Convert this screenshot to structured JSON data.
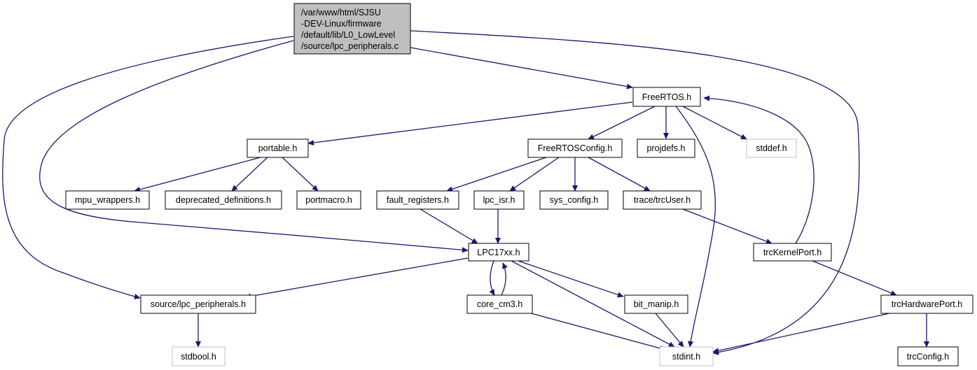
{
  "diagram": {
    "colors": {
      "edge": "#191970",
      "root_fill": "#bfbfbf",
      "node_fill": "#ffffff",
      "node_border": "#000000",
      "missing_border": "#bfbfbf"
    },
    "root": {
      "lines": [
        "/var/www/html/SJSU",
        "-DEV-Linux/firmware",
        "/default/lib/L0_LowLevel",
        "/source/lpc_peripherals.c"
      ]
    },
    "nodes": {
      "freertos": "FreeRTOS.h",
      "portable": "portable.h",
      "freertosconfig": "FreeRTOSConfig.h",
      "projdefs": "projdefs.h",
      "stddef": "stddef.h",
      "mpu_wrappers": "mpu_wrappers.h",
      "deprecated": "deprecated_definitions.h",
      "portmacro": "portmacro.h",
      "fault_registers": "fault_registers.h",
      "lpc_isr": "lpc_isr.h",
      "sys_config": "sys_config.h",
      "trcuser": "trace/trcUser.h",
      "lpc17xx": "LPC17xx.h",
      "trckernelport": "trcKernelPort.h",
      "lpc_peripherals_h": "source/lpc_peripherals.h",
      "core_cm3": "core_cm3.h",
      "bit_manip": "bit_manip.h",
      "trchardwareport": "trcHardwarePort.h",
      "stdbool": "stdbool.h",
      "stdint": "stdint.h",
      "trcconfig": "trcConfig.h"
    }
  }
}
